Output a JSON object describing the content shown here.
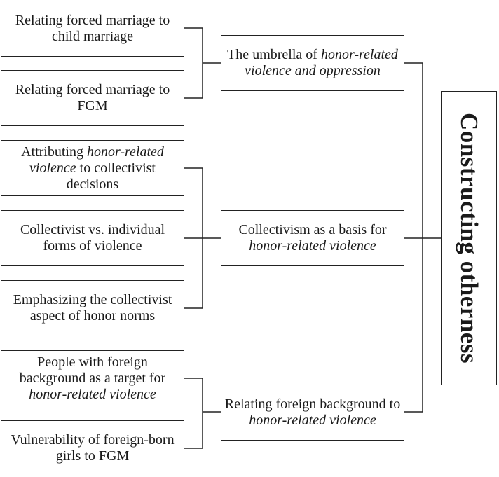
{
  "core_theme": "Constructing otherness",
  "groups": [
    {
      "theme": {
        "pre": "The umbrella of ",
        "em": "honor-related violence and oppression",
        "post": ""
      },
      "codes": [
        {
          "pre": "Relating forced marriage to child marriage",
          "em": "",
          "post": ""
        },
        {
          "pre": "Relating forced marriage to  FGM",
          "em": "",
          "post": ""
        }
      ]
    },
    {
      "theme": {
        "pre": "Collectivism as a basis for ",
        "em": "honor-related violence",
        "post": ""
      },
      "codes": [
        {
          "pre": "Attributing ",
          "em": "honor-related violence",
          "post": " to collectivist decisions"
        },
        {
          "pre": "Collectivist vs. individual forms of violence",
          "em": "",
          "post": ""
        },
        {
          "pre": "Emphasizing the collectivist aspect of honor norms",
          "em": "",
          "post": ""
        }
      ]
    },
    {
      "theme": {
        "pre": "Relating foreign background to ",
        "em": "honor-related violence",
        "post": ""
      },
      "codes": [
        {
          "pre": "People with foreign background as a target for ",
          "em": "honor-related violence",
          "post": ""
        },
        {
          "pre": "Vulnerability of foreign-born girls to FGM",
          "em": "",
          "post": ""
        }
      ]
    }
  ]
}
